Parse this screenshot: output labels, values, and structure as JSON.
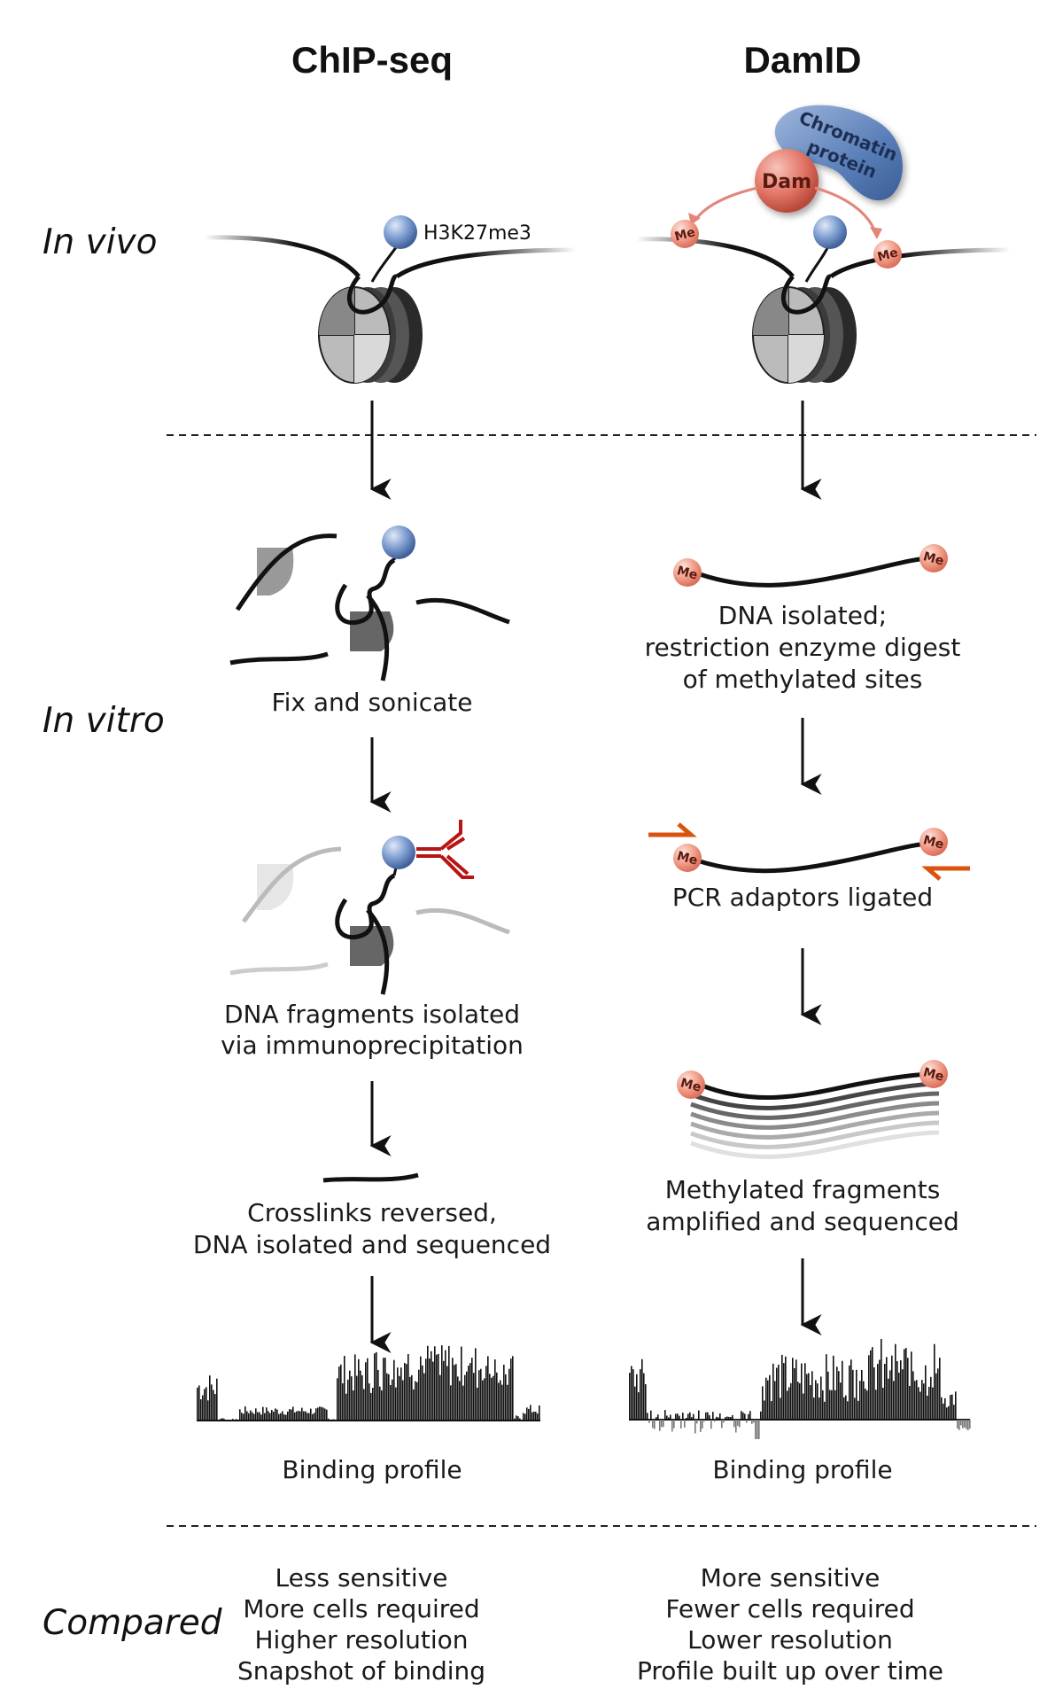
{
  "columns": {
    "chip": {
      "title": "ChIP-seq"
    },
    "damid": {
      "title": "DamID"
    }
  },
  "rows": {
    "in_vivo": "In vivo",
    "in_vitro": "In vitro",
    "compared": "Compared"
  },
  "in_vivo": {
    "chip_mark": "H3K27me3",
    "chromatin_protein_line1": "Chromatin",
    "chromatin_protein_line2": "protein",
    "dam": "Dam",
    "me": "Me"
  },
  "chip_steps": {
    "fix": "Fix and sonicate",
    "ip_line1": "DNA fragments isolated",
    "ip_line2": "via immunoprecipitation",
    "seq_line1": "Crosslinks reversed,",
    "seq_line2": "DNA isolated and sequenced",
    "profile": "Binding profile"
  },
  "damid_steps": {
    "digest_line1": "DNA isolated;",
    "digest_line2": "restriction enzyme digest",
    "digest_line3": "of methylated sites",
    "pcr": "PCR adaptors ligated",
    "amp_line1": "Methylated fragments",
    "amp_line2": "amplified and sequenced",
    "profile": "Binding profile"
  },
  "compared": {
    "chip": [
      "Less sensitive",
      "More cells required",
      "Higher resolution",
      "Snapshot of binding"
    ],
    "damid": [
      "More sensitive",
      "Fewer cells required",
      "Lower resolution",
      "Profile built up over time"
    ]
  },
  "colors": {
    "ball_blue": "#7d9cd0",
    "me_salmon": "#f19a86",
    "dam_salmon": "#e27566",
    "protein_blue": "#5a7fb8",
    "antibody_red": "#b81414",
    "adaptor_orange": "#d9530f",
    "dna": "#111111"
  }
}
